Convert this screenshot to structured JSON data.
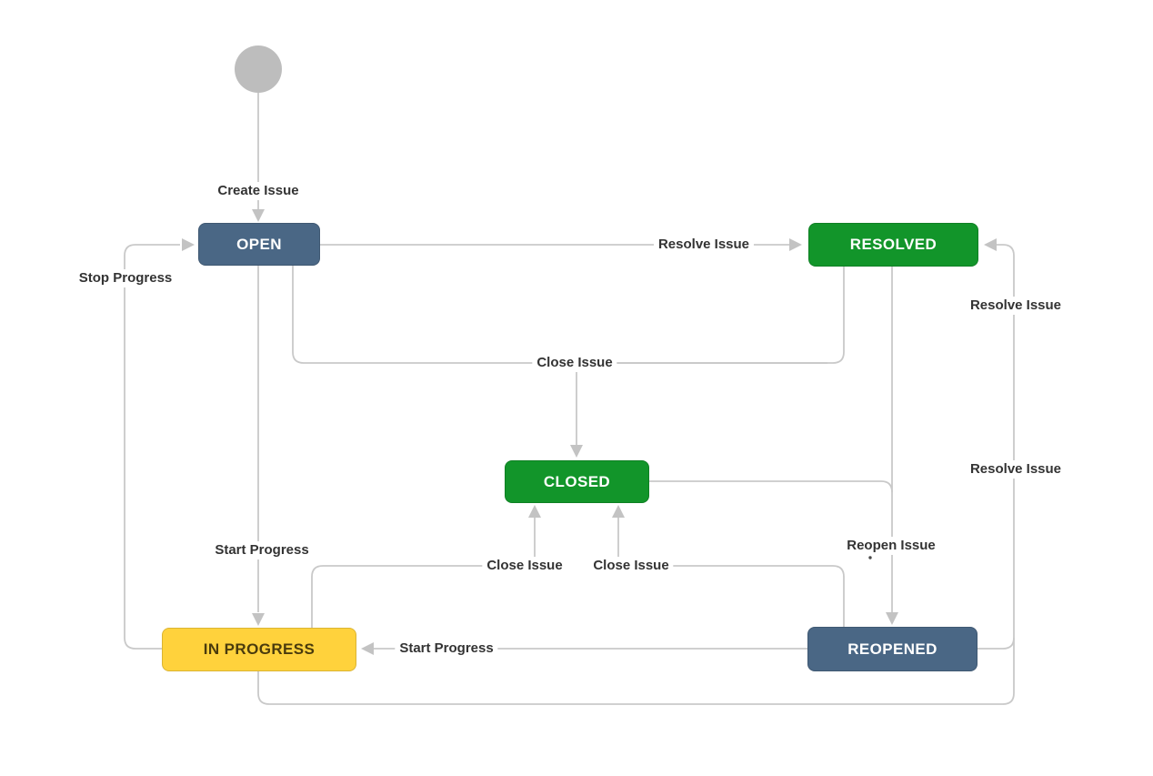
{
  "diagram": {
    "type": "state-workflow",
    "colors": {
      "node_blue": "#4a6785",
      "node_green": "#12952a",
      "node_yellow": "#ffd23c",
      "yellow_node_text": "#4a3b0d",
      "white_node_text": "#ffffff",
      "connector_gray": "#c9c9c9",
      "arrowhead_gray": "#c3c3c3",
      "label_text": "#333333",
      "start_circle_gray": "#bdbdbd"
    },
    "nodes": {
      "open": {
        "label": "OPEN",
        "color": "#4a6785"
      },
      "resolved": {
        "label": "RESOLVED",
        "color": "#12952a"
      },
      "closed": {
        "label": "CLOSED",
        "color": "#12952a"
      },
      "in_progress": {
        "label": "IN PROGRESS",
        "color": "#ffd23c"
      },
      "reopened": {
        "label": "REOPENED",
        "color": "#4a6785"
      }
    },
    "transitions": {
      "create_issue": "Create Issue",
      "stop_progress": "Stop Progress",
      "resolve_issue_from_open": "Resolve Issue",
      "close_issue_merged": "Close Issue",
      "start_progress_from_open": "Start Progress",
      "close_issue_from_in_progress": "Close Issue",
      "close_issue_from_reopened": "Close Issue",
      "start_progress_from_reopened": "Start Progress",
      "reopen_issue": "Reopen Issue",
      "resolve_issue_from_reopened": "Resolve Issue",
      "resolve_issue_from_in_progress": "Resolve Issue"
    }
  }
}
